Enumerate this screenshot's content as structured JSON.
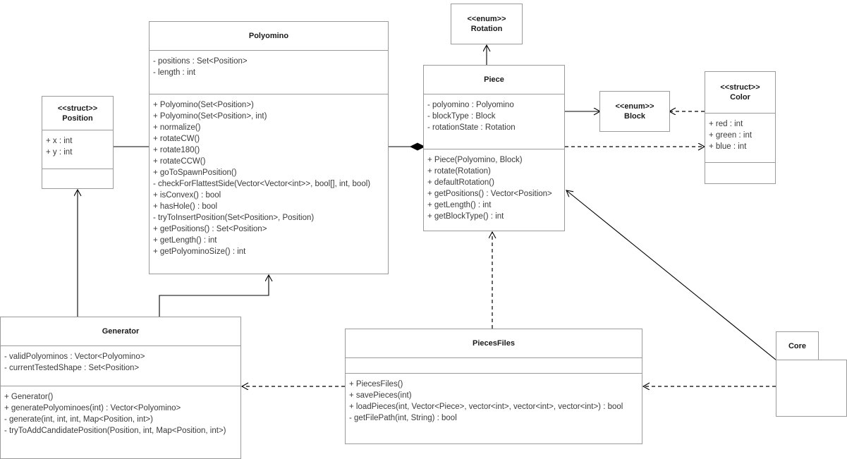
{
  "diagram": {
    "type": "uml-class-diagram",
    "title": "",
    "background": "#ffffff",
    "line_color": "#000000",
    "box_border_color": "#9a9a9a",
    "text_color": "#333333"
  },
  "classes": {
    "position": {
      "stereotype": "<<struct>>",
      "name": "Position",
      "attributes": [
        "+ x : int",
        "+ y : int"
      ],
      "operations": []
    },
    "polyomino": {
      "stereotype": "",
      "name": "Polyomino",
      "attributes": [
        "- positions : Set<Position>",
        "- length : int"
      ],
      "operations": [
        "+ Polyomino(Set<Position>)",
        "+ Polyomino(Set<Position>, int)",
        "+ normalize()",
        "+ rotateCW()",
        "+ rotate180()",
        "+ rotateCCW()",
        "+ goToSpawnPosition()",
        "- checkForFlattestSide(Vector<Vector<int>>, bool[], int, bool)",
        "+ isConvex() : bool",
        "+ hasHole() : bool",
        "- tryToInsertPosition(Set<Position>, Position)",
        "+ getPositions() : Set<Position>",
        "+ getLength() : int",
        "+ getPolyominoSize() : int"
      ]
    },
    "rotation": {
      "stereotype": "<<enum>>",
      "name": "Rotation",
      "attributes": [],
      "operations": []
    },
    "piece": {
      "stereotype": "",
      "name": "Piece",
      "attributes": [
        "- polyomino : Polyomino",
        "- blockType : Block",
        "- rotationState : Rotation"
      ],
      "operations": [
        "+ Piece(Polyomino, Block)",
        "+ rotate(Rotation)",
        "+ defaultRotation()",
        "+ getPositions() : Vector<Position>",
        "+ getLength() : int",
        "+ getBlockType() : int"
      ]
    },
    "block": {
      "stereotype": "<<enum>>",
      "name": "Block",
      "attributes": [],
      "operations": []
    },
    "color": {
      "stereotype": "<<struct>>",
      "name": "Color",
      "attributes": [
        "+ red : int",
        "+ green : int",
        "+ blue : int"
      ],
      "operations": []
    },
    "generator": {
      "stereotype": "",
      "name": "Generator",
      "attributes": [
        "- validPolyominos : Vector<Polyomino>",
        "- currentTestedShape : Set<Position>"
      ],
      "operations": [
        "+ Generator()",
        "+ generatePolyominoes(int) : Vector<Polyomino>",
        "- generate(int, int, int, Map<Position, int>)",
        "- tryToAddCandidatePosition(Position, int, Map<Position, int>)"
      ]
    },
    "piecesfiles": {
      "stereotype": "",
      "name": "PiecesFiles",
      "attributes": [],
      "operations": [
        "+ PiecesFiles()",
        "+ savePieces(int)",
        "+ loadPieces(int, Vector<Piece>, vector<int>, vector<int>, vector<int>) : bool",
        "- getFilePath(int, String) : bool"
      ]
    },
    "core": {
      "stereotype": "",
      "name": "Core",
      "attributes": [],
      "operations": []
    }
  },
  "relationships": [
    {
      "name": "position-to-polyomino",
      "from": "Position",
      "to": "Polyomino",
      "style": "composition",
      "line": "solid"
    },
    {
      "name": "piece-to-rotation",
      "from": "Piece",
      "to": "Rotation",
      "style": "association",
      "line": "solid"
    },
    {
      "name": "polyomino-to-piece",
      "from": "Polyomino",
      "to": "Piece",
      "style": "composition",
      "line": "solid"
    },
    {
      "name": "piece-to-block",
      "from": "Piece",
      "to": "Block",
      "style": "association",
      "line": "solid"
    },
    {
      "name": "color-to-block",
      "from": "Color",
      "to": "Block",
      "style": "dependency",
      "line": "dashed"
    },
    {
      "name": "piece-to-color",
      "from": "Piece",
      "to": "Color",
      "style": "dependency",
      "line": "dashed"
    },
    {
      "name": "generator-to-position",
      "from": "Generator",
      "to": "Position",
      "style": "association",
      "line": "solid"
    },
    {
      "name": "generator-to-polyomino",
      "from": "Generator",
      "to": "Polyomino",
      "style": "association",
      "line": "solid"
    },
    {
      "name": "piecesfiles-to-piece",
      "from": "PiecesFiles",
      "to": "Piece",
      "style": "dependency",
      "line": "dashed"
    },
    {
      "name": "piecesfiles-to-generator",
      "from": "PiecesFiles",
      "to": "Generator",
      "style": "dependency",
      "line": "dashed"
    },
    {
      "name": "core-to-piecesfiles",
      "from": "Core",
      "to": "PiecesFiles",
      "style": "dependency",
      "line": "dashed"
    },
    {
      "name": "core-to-piece",
      "from": "Core",
      "to": "Piece",
      "style": "association",
      "line": "solid"
    }
  ]
}
